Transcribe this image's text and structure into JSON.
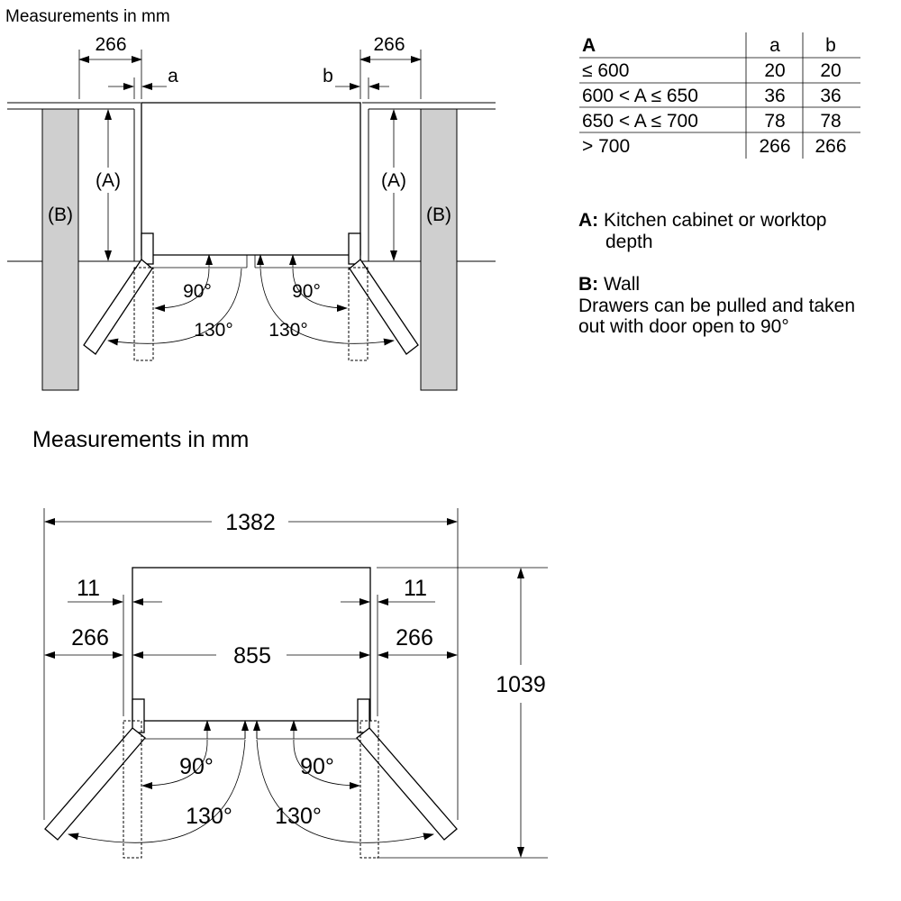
{
  "top_diagram": {
    "title": "Measurements in mm",
    "dim_266_left": "266",
    "dim_266_right": "266",
    "label_a": "a",
    "label_b": "b",
    "label_A_left": "(A)",
    "label_A_right": "(A)",
    "label_B_left": "(B)",
    "label_B_right": "(B)",
    "angle_90_left": "90°",
    "angle_90_right": "90°",
    "angle_130_left": "130°",
    "angle_130_right": "130°"
  },
  "table": {
    "headers": [
      "A",
      "a",
      "b"
    ],
    "rows": [
      [
        "≤ 600",
        "20",
        "20"
      ],
      [
        "600 < A ≤ 650",
        "36",
        "36"
      ],
      [
        "650 < A ≤ 700",
        "78",
        "78"
      ],
      [
        "> 700",
        "266",
        "266"
      ]
    ]
  },
  "legend": {
    "a_key": "A:",
    "a_text_1": "Kitchen cabinet or worktop",
    "a_text_2": "depth",
    "b_key": "B:",
    "b_text": "Wall",
    "note_1": "Drawers can be pulled and taken",
    "note_2": "out with door open to 90°"
  },
  "bottom_diagram": {
    "title": "Measurements in mm",
    "total_width": "1382",
    "gap_left": "11",
    "gap_right": "11",
    "side_left": "266",
    "side_right": "266",
    "body_width": "855",
    "depth": "1039",
    "angle_90_left": "90°",
    "angle_90_right": "90°",
    "angle_130_left": "130°",
    "angle_130_right": "130°"
  }
}
